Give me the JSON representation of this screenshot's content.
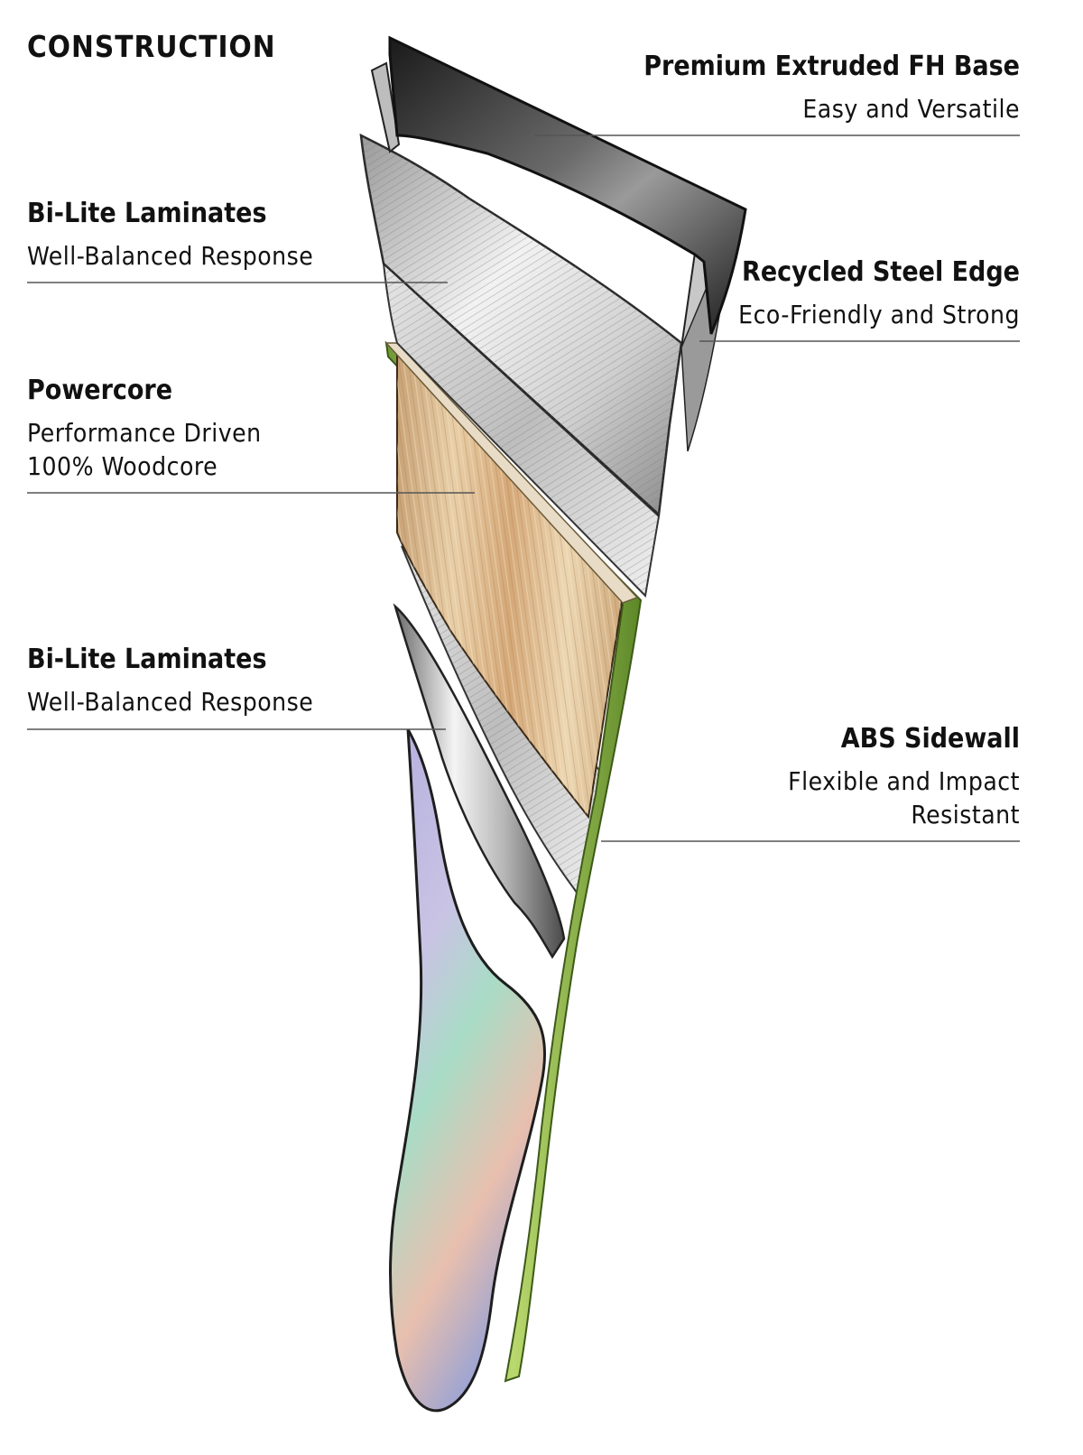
{
  "title": "CONSTRUCTION",
  "layers": [
    {
      "id": "base",
      "name": "Premium Extruded FH Base",
      "description": "Easy and Versatile"
    },
    {
      "id": "laminates-top",
      "name": "Bi-Lite Laminates",
      "description": "Well-Balanced Response"
    },
    {
      "id": "edge",
      "name": "Recycled Steel Edge",
      "description": "Eco-Friendly and Strong"
    },
    {
      "id": "core",
      "name": "Powercore",
      "description": "Performance Driven\n100% Woodcore"
    },
    {
      "id": "laminates-bottom",
      "name": "Bi-Lite Laminates",
      "description": "Well-Balanced Response"
    },
    {
      "id": "sidewall",
      "name": "ABS Sidewall",
      "description": "Flexible and Impact\nResistant"
    }
  ],
  "colors": {
    "base": "#2a2a2a",
    "laminate": "#cfcfcf",
    "wood": "#d9b88a",
    "sidewall": "#8fb552",
    "topsheet_1": "#b9b1dc",
    "topsheet_2": "#a8d8c0",
    "topsheet_3": "#e6b8a8",
    "leader_line": "#555555"
  }
}
